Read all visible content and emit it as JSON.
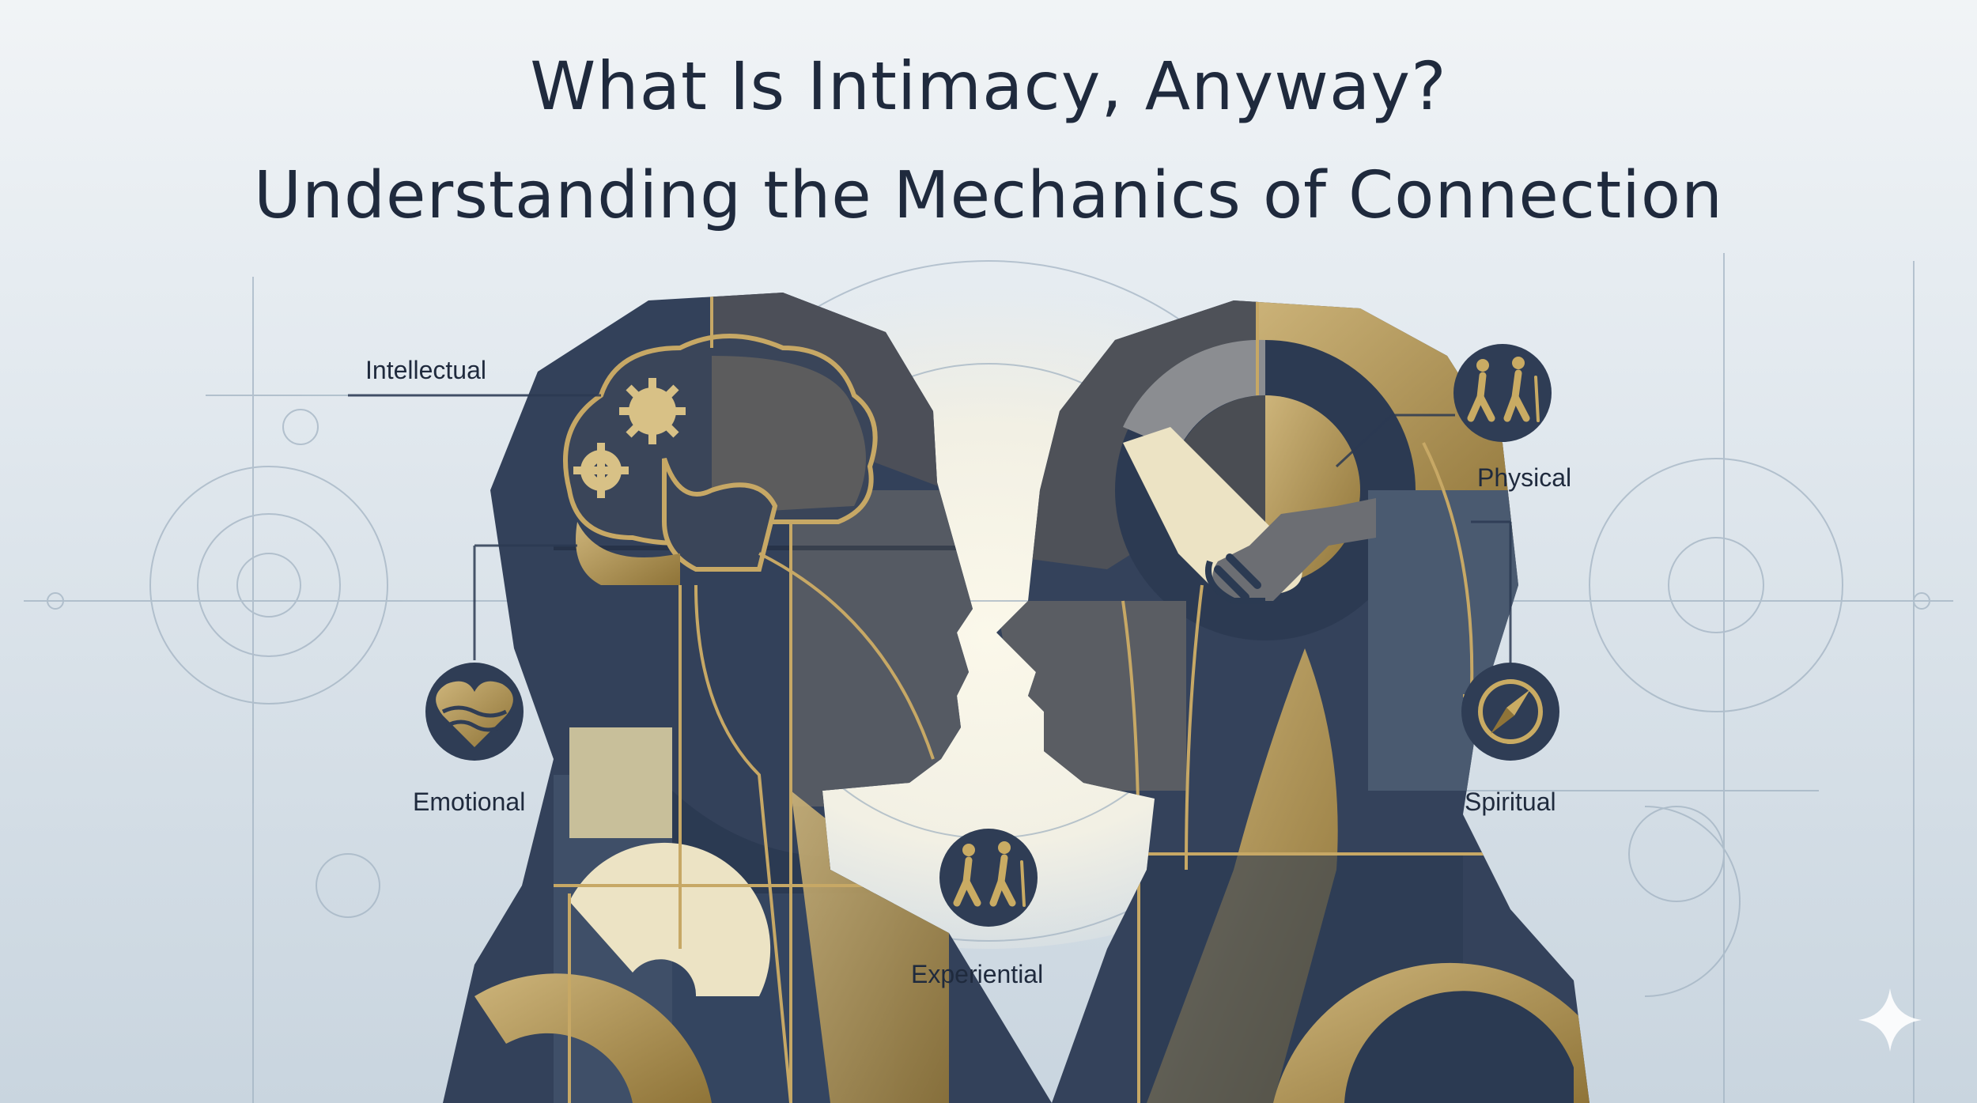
{
  "title": {
    "line1": "What Is Intimacy, Anyway?",
    "line2": "Understanding the Mechanics of Connection"
  },
  "labels": {
    "intellectual": "Intellectual",
    "emotional": "Emotional",
    "experiential": "Experiential",
    "physical": "Physical",
    "spiritual": "Spiritual"
  },
  "icons": {
    "intellectual": "brain-gears-icon",
    "emotional": "heart-waves-icon",
    "experiential": "hikers-icon",
    "physical": "hikers-icon",
    "spiritual": "compass-icon",
    "connection": "handshake-icon",
    "corner": "sparkle-icon"
  },
  "colors": {
    "navy": "#2b3a52",
    "slate": "#4a5a70",
    "gold": "#b89a55",
    "cream": "#f4f0df",
    "background": "#e6ecf1"
  }
}
